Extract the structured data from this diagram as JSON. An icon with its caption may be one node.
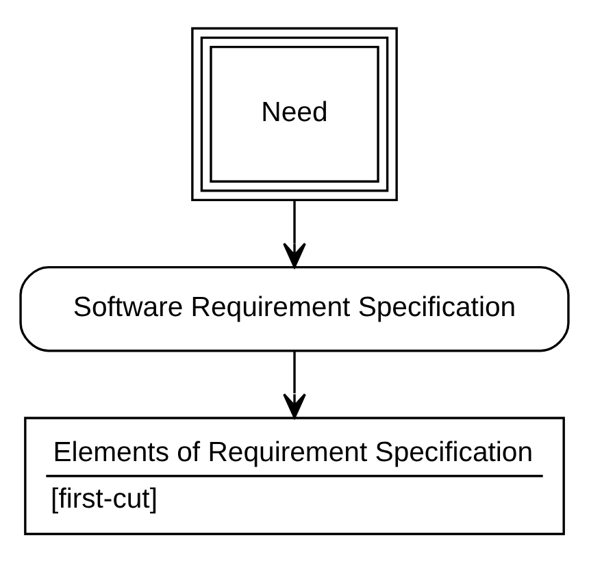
{
  "diagram": {
    "nodes": [
      {
        "text": [
          "Need"
        ]
      },
      {
        "text": [
          "Software Requirement Specification"
        ]
      },
      {
        "text": [
          "Elements of Requirement Specification",
          "[first-cut]"
        ]
      }
    ],
    "edges": [
      {
        "from": 0,
        "to": 1,
        "arrow": "to"
      },
      {
        "from": 1,
        "to": 2,
        "arrow": "to"
      }
    ]
  }
}
